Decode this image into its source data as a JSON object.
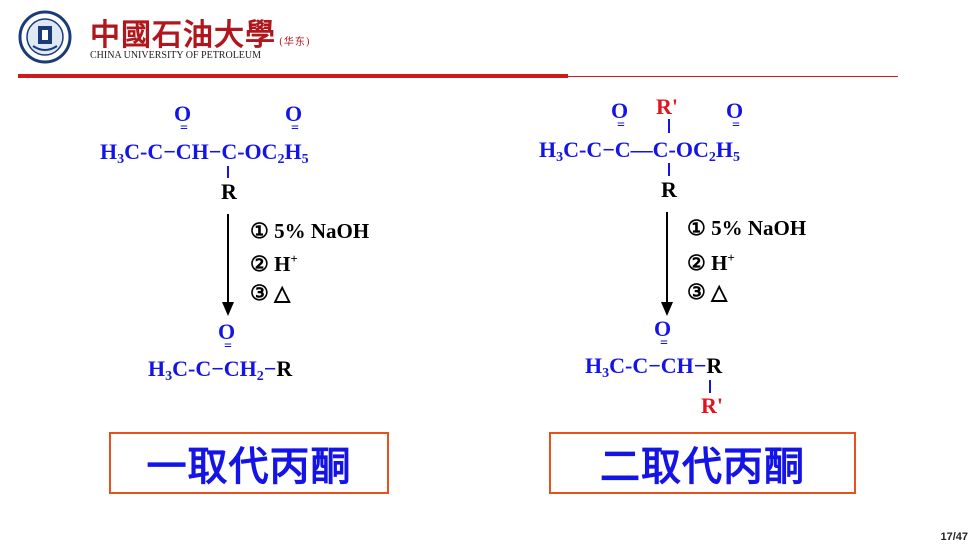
{
  "header": {
    "school_name_cn": "中國石油大學",
    "school_name_suffix": "(华东)",
    "school_name_en": "CHINA UNIVERSITY OF PETROLEUM"
  },
  "left_reaction": {
    "reactant": {
      "o1": "O",
      "o2": "O",
      "main_left": "H",
      "main_sub3": "3",
      "main_mid": "C-C",
      "dash1": "−",
      "ch": "CH",
      "dash2": "−",
      "main_right": "C-OC",
      "sub2": "2",
      "h": "H",
      "sub5": "5",
      "substituent": "R"
    },
    "conditions": [
      "① 5% NaOH",
      "② H",
      "③ △"
    ],
    "conditions_sup": "+",
    "product": {
      "o": "O",
      "left": "H",
      "sub3": "3",
      "mid": "C-C",
      "dash": "−",
      "ch2": "CH",
      "sub2": "2",
      "dash2": "−",
      "r": "R"
    },
    "label": "一取代丙酮"
  },
  "right_reaction": {
    "reactant": {
      "o1": "O",
      "o2": "O",
      "r_prime_top": "R'",
      "main_left": "H",
      "main_sub3": "3",
      "main_mid": "C-C",
      "dash1": "−",
      "c": "C",
      "dash2": "—",
      "main_right": "C-OC",
      "sub2": "2",
      "h": "H",
      "sub5": "5",
      "substituent": "R"
    },
    "conditions": [
      "① 5% NaOH",
      "② H",
      "③ △"
    ],
    "conditions_sup": "+",
    "product": {
      "o": "O",
      "left": "H",
      "sub3": "3",
      "mid": "C-C",
      "dash": "−",
      "ch": "CH",
      "dash2": "−",
      "r": "R",
      "r_prime_bottom": "R'"
    },
    "label": "二取代丙酮"
  },
  "footer": {
    "page": "17/47"
  },
  "colors": {
    "blue": "#1414e6",
    "red": "#e0141e",
    "box_border": "#e8501c",
    "rule": "#cc1a1a"
  }
}
